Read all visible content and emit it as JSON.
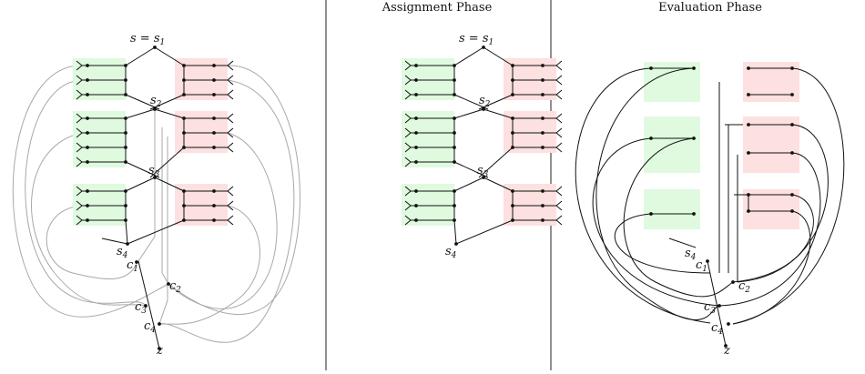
{
  "titles": {
    "left": "",
    "middle": "Assignment Phase",
    "right": "Evaluation Phase"
  },
  "labels": {
    "s_eq": "s = s",
    "s1_sub": "1",
    "s": "s",
    "c": "c",
    "z": "z",
    "sub2": "2",
    "sub3": "3",
    "sub4": "4",
    "sub1": "1"
  },
  "colors": {
    "true_block": "#dffadf",
    "false_block": "#fde0e0",
    "line_black": "#111111",
    "line_gray": "#a8a8a8",
    "divider": "#222222"
  }
}
